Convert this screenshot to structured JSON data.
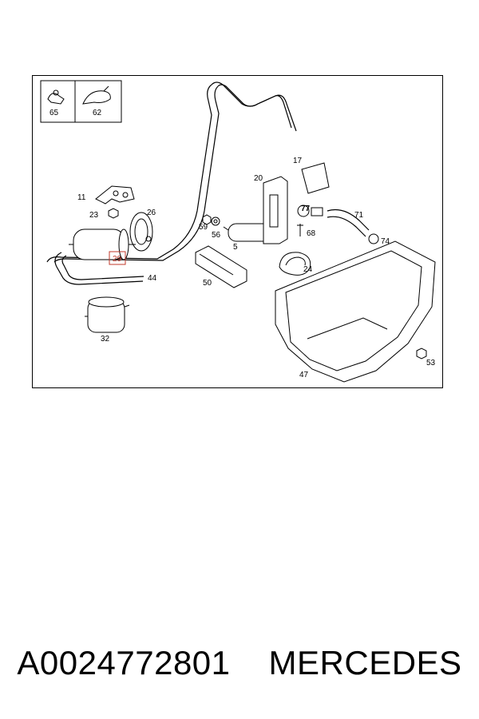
{
  "diagram": {
    "labels": {
      "p65": "65",
      "p62": "62",
      "p17": "17",
      "p20": "20",
      "p11": "11",
      "p23": "23",
      "p26": "26",
      "p59": "59",
      "p56": "56",
      "p5": "5",
      "p77": "77",
      "p71": "71",
      "p68": "68",
      "p74": "74",
      "p29": "29",
      "p44": "44",
      "p50": "50",
      "p24": "24",
      "p32": "32",
      "p47": "47",
      "p53": "53"
    },
    "highlight_color": "#c0392b"
  },
  "caption": {
    "part_number": "A0024772801",
    "brand": "MERCEDES"
  }
}
